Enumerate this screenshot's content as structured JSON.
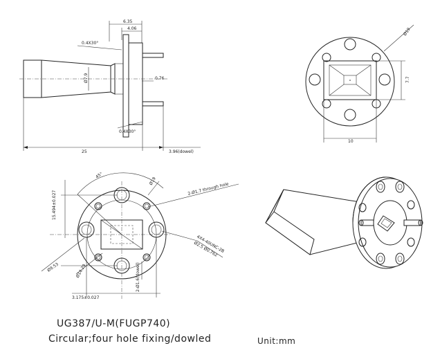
{
  "side_view": {
    "dims": {
      "top_width": "6.35",
      "inner_width": "4.06",
      "chamfer_top": "0.4X30°",
      "body_dia": "Ø7.9",
      "step": "0.76",
      "chamfer_bottom": "0.4X30°",
      "length": "25",
      "dowel": "3.96(dowel)"
    }
  },
  "front_view": {
    "dims": {
      "outer_dia": "Ø19",
      "height": "7.7",
      "width": "10"
    }
  },
  "bottom_view": {
    "dims": {
      "angle": "45°",
      "flange_dia": "Ø19",
      "through_hole": "2-Ø1.7 through hole",
      "tap_line1": "4X4-40UNC-2B",
      "tap_line2": "Ø2.5 Ø0.762",
      "vertical_tol": "15.494±0.027",
      "bolt_circle": "Ø9.53",
      "inner_dia": "Ø14.29",
      "dowel_dia": "2-Ø1.6(dowel)",
      "horizontal_tol": "3.175±0.027"
    }
  },
  "caption": {
    "model": "UG387/U-M(FUGP740)",
    "description": "Circular;four hole fixing/dowled",
    "unit": "Unit:mm"
  }
}
